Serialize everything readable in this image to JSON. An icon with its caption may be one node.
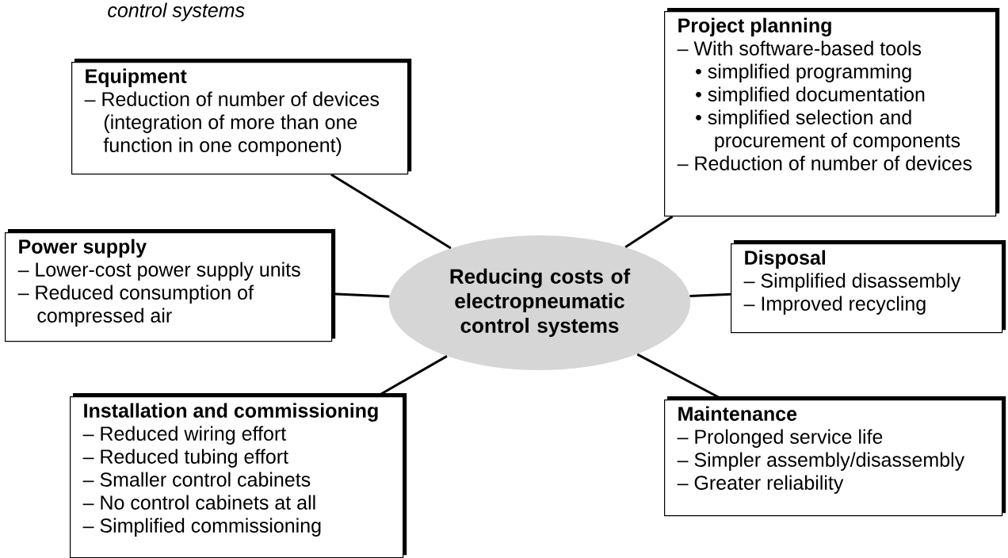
{
  "diagram": {
    "nodes": [
      {
        "text": [
          "Equipment",
          "– Reduction of number of devices (integration of more than one function in one component)"
        ]
      },
      {
        "text": [
          "Project planning",
          "– With software-based tools",
          "• simplified programming",
          "• simplified documentation",
          "• simplified selection and procurement of components",
          "– Reduction of number of devices"
        ]
      },
      {
        "text": [
          "Power supply",
          "– Lower-cost power supply units",
          "– Reduced consumption of compressed air"
        ]
      },
      {
        "text": [
          "Reducing costs of electropneumatic control systems"
        ]
      },
      {
        "text": [
          "Disposal",
          "– Simplified disassembly",
          "– Improved recycling"
        ]
      },
      {
        "text": [
          "Installation and commissioning",
          "– Reduced wiring effort",
          "– Reduced tubing effort",
          "– Smaller control cabinets",
          "– No control cabinets at all",
          "– Simplified commissioning"
        ]
      },
      {
        "text": [
          "Maintenance",
          "– Prolonged service life",
          "– Simpler assembly/disassembly",
          "– Greater reliability"
        ]
      }
    ],
    "edges": [
      {
        "from": 3,
        "to": 0,
        "arrow": "none"
      },
      {
        "from": 3,
        "to": 1,
        "arrow": "none"
      },
      {
        "from": 3,
        "to": 2,
        "arrow": "none"
      },
      {
        "from": 3,
        "to": 4,
        "arrow": "none"
      },
      {
        "from": 3,
        "to": 5,
        "arrow": "none"
      },
      {
        "from": 3,
        "to": 6,
        "arrow": "none"
      }
    ],
    "labels": [
      "control systems"
    ]
  }
}
